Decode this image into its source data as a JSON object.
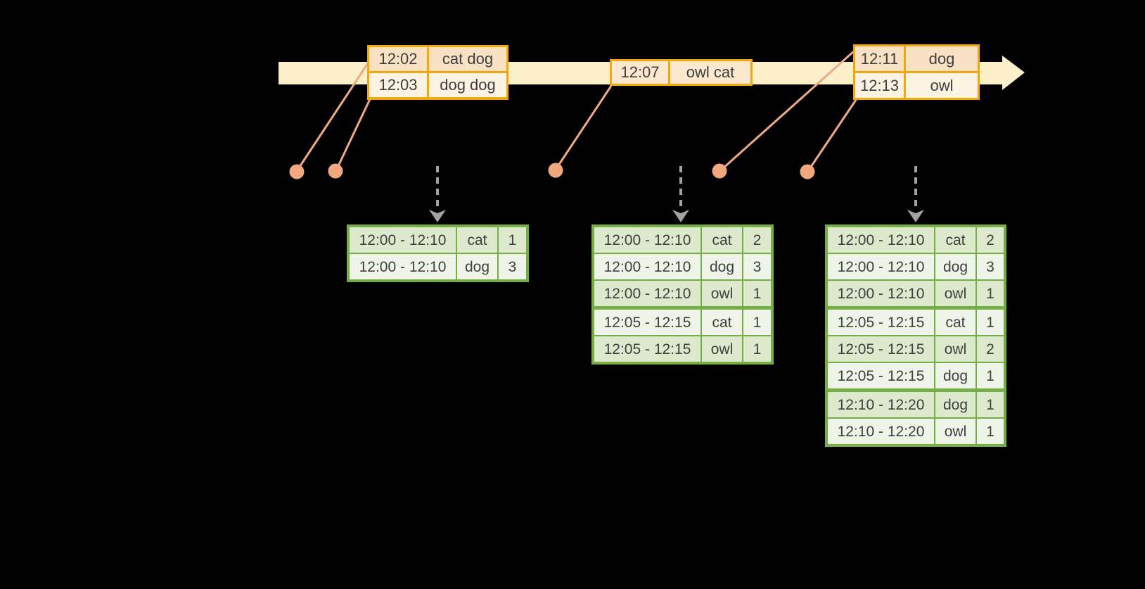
{
  "diagram": {
    "background_color": "#000000",
    "timeline_color": "#FBF0C9",
    "event_table_border_color": "#F2A80D",
    "event_row_fill_dark": "#F9E2C4",
    "event_row_fill_light": "#FDF3E2",
    "result_table_border_color": "#76AE46",
    "result_row_fill_dark": "#DCE9CD",
    "result_row_fill_light": "#EFF4E9",
    "connector_color": "#EDAB84",
    "dot_color": "#F2A87E",
    "batch_arrow_color": "#A2A2A2"
  },
  "event_tables": [
    {
      "rows": [
        {
          "time": "12:02",
          "words": "cat dog"
        },
        {
          "time": "12:03",
          "words": "dog dog"
        }
      ]
    },
    {
      "rows": [
        {
          "time": "12:07",
          "words": "owl cat"
        }
      ]
    },
    {
      "rows": [
        {
          "time": "12:11",
          "words": "dog"
        },
        {
          "time": "12:13",
          "words": "owl"
        }
      ]
    }
  ],
  "result_tables": [
    {
      "rows": [
        [
          "12:00 - 12:10",
          "cat",
          "1"
        ],
        [
          "12:00 - 12:10",
          "dog",
          "3"
        ]
      ]
    },
    {
      "rows": [
        [
          "12:00 - 12:10",
          "cat",
          "2"
        ],
        [
          "12:00 - 12:10",
          "dog",
          "3"
        ],
        [
          "12:00 - 12:10",
          "owl",
          "1"
        ],
        [
          "12:05 - 12:15",
          "cat",
          "1"
        ],
        [
          "12:05 - 12:15",
          "owl",
          "1"
        ]
      ]
    },
    {
      "rows": [
        [
          "12:00 - 12:10",
          "cat",
          "2"
        ],
        [
          "12:00 - 12:10",
          "dog",
          "3"
        ],
        [
          "12:00 - 12:10",
          "owl",
          "1"
        ],
        [
          "12:05 - 12:15",
          "cat",
          "1"
        ],
        [
          "12:05 - 12:15",
          "owl",
          "2"
        ],
        [
          "12:05 - 12:15",
          "dog",
          "1"
        ],
        [
          "12:10 - 12:20",
          "dog",
          "1"
        ],
        [
          "12:10 - 12:20",
          "owl",
          "1"
        ]
      ]
    }
  ]
}
